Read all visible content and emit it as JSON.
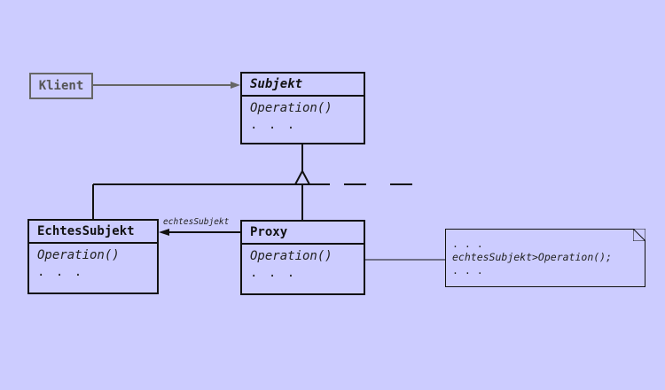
{
  "klient": {
    "label": "Klient"
  },
  "subjekt": {
    "name": "Subjekt",
    "operation": "Operation()",
    "ellipsis": ". . ."
  },
  "echtes_subjekt": {
    "name": "EchtesSubjekt",
    "operation": "Operation()",
    "ellipsis": ". . ."
  },
  "proxy": {
    "name": "Proxy",
    "operation": "Operation()",
    "ellipsis": ". . ."
  },
  "association": {
    "label": "echtesSubjekt"
  },
  "note": {
    "line1": ". . .",
    "line2": "echtesSubjekt>Operation();",
    "line3": ". . ."
  },
  "colors": {
    "background": "#ccccff",
    "line": "#111111",
    "klient": "#666666"
  }
}
